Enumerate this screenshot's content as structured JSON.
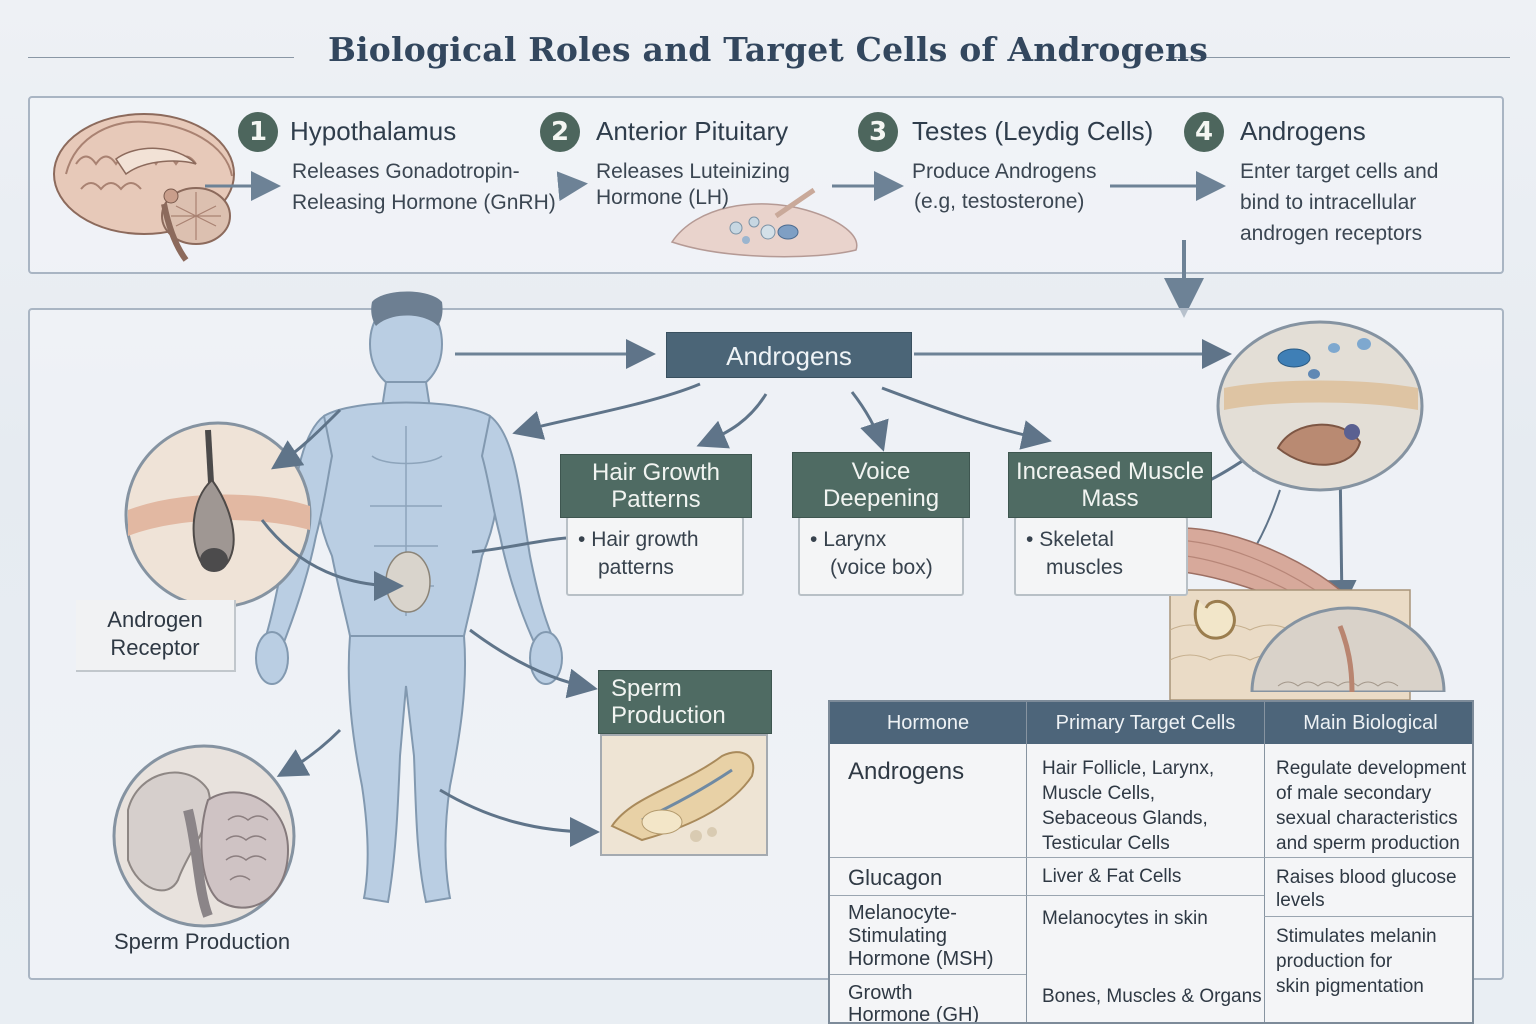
{
  "title": "Biological Roles and Target Cells of Androgens",
  "steps": [
    {
      "num": "1",
      "title": "Hypothalamus",
      "desc1": "Releases Gonadotropin-",
      "desc2": "Releasing Hormone (GnRH)",
      "desc3": ""
    },
    {
      "num": "2",
      "title": "Anterior Pituitary",
      "desc1": "Releases Luteinizing",
      "desc2": "Hormone (LH)",
      "desc3": ""
    },
    {
      "num": "3",
      "title": "Testes (Leydig Cells)",
      "desc1": "Produce Androgens",
      "desc2": "(e.g, testosterone)",
      "desc3": ""
    },
    {
      "num": "4",
      "title": "Androgens",
      "desc1": "Enter target cells and",
      "desc2": "bind to intracellular",
      "desc3": "androgen receptors"
    }
  ],
  "center_label": "Androgens",
  "effects": [
    {
      "header": "Hair Growth\nPatterns",
      "line1": "Hair growth",
      "line2": "patterns"
    },
    {
      "header": "Voice\nDeepening",
      "line1": "Larynx",
      "line2": "(voice box)"
    },
    {
      "header": "Increased Muscle\nMass",
      "line1": "Skeletal",
      "line2": "muscles"
    }
  ],
  "sperm_box_header": "Sperm\nProduction",
  "labels": {
    "androgen_receptor": "Androgen\nReceptor",
    "sperm_production": "Sperm Production"
  },
  "table": {
    "headers": [
      "Hormone",
      "Primary Target Cells",
      "Main Biological"
    ],
    "rows": [
      {
        "hormone": "Androgens",
        "targets": "Hair Follicle, Larynx,\nMuscle Cells,\nSebaceous Glands,\nTesticular Cells",
        "role": "Regulate development\nof male secondary\nsexual characteristics\nand sperm production"
      },
      {
        "hormone": "Glucagon",
        "targets": "Liver & Fat Cells",
        "role": "Raises blood glucose\nlevels"
      },
      {
        "hormone": "Melanocyte-\nStimulating\nHormone (MSH)",
        "targets": "Melanocytes in skin",
        "role": "Stimulates melanin\nproduction for\nskin pigmentation"
      },
      {
        "hormone": "Growth\nHormone (GH)",
        "targets": "Bones, Muscles & Organs",
        "role": ""
      }
    ]
  },
  "colors": {
    "step_badge": "#4d665d",
    "effect_header": "#4f6b63",
    "center_box": "#4b6577",
    "table_header": "#4d657a",
    "arrow": "#6d8296"
  },
  "icons": [
    "brain-icon",
    "pituitary-tissue-icon",
    "human-body-icon",
    "hair-follicle-icon",
    "testis-icon",
    "sperm-tubule-icon",
    "muscle-fiber-icon",
    "cell-receptor-icon"
  ]
}
